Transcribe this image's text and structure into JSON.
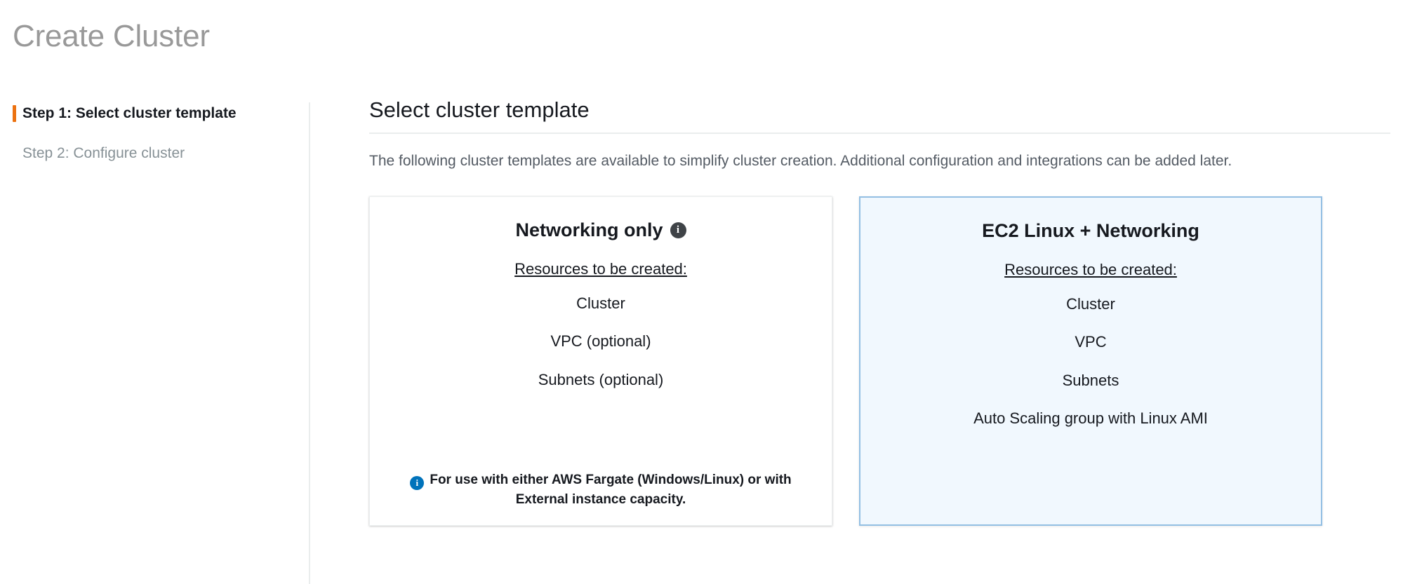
{
  "page": {
    "title": "Create Cluster"
  },
  "wizard_nav": {
    "steps": [
      {
        "label": "Step 1: Select cluster template",
        "state": "active"
      },
      {
        "label": "Step 2: Configure cluster",
        "state": "inactive"
      }
    ],
    "active_marker_color": "#ec7211"
  },
  "main": {
    "heading": "Select cluster template",
    "description": "The following cluster templates are available to simplify cluster creation. Additional configuration and integrations can be added later.",
    "cards": [
      {
        "title": "Networking only",
        "has_info_icon": true,
        "info_icon_name": "info-icon",
        "resources_label": "Resources to be created:",
        "resources": [
          "Cluster",
          "VPC (optional)",
          "Subnets (optional)"
        ],
        "footnote": "For use with either AWS Fargate (Windows/Linux) or with External instance capacity.",
        "footnote_icon_name": "info-icon-blue",
        "selected": false
      },
      {
        "title": "EC2 Linux + Networking",
        "has_info_icon": false,
        "resources_label": "Resources to be created:",
        "resources": [
          "Cluster",
          "VPC",
          "Subnets",
          "Auto Scaling group with Linux AMI"
        ],
        "footnote": "",
        "selected": true
      }
    ]
  },
  "colors": {
    "accent_orange": "#ec7211",
    "selected_card_bg": "#f1f8fe",
    "selected_card_border": "#93bfe3",
    "info_blue": "#0073bb",
    "title_gray": "#999999",
    "body_gray": "#545b64"
  }
}
